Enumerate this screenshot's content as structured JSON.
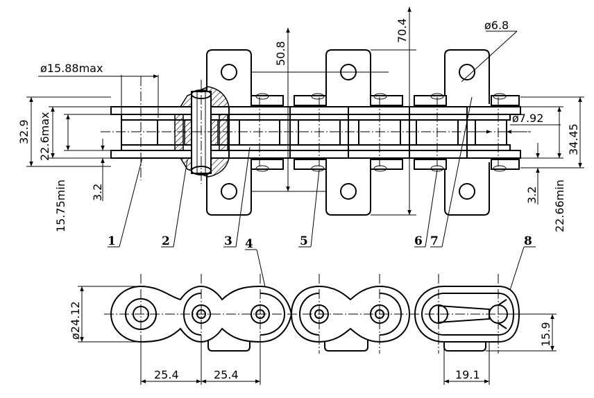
{
  "dimensions": {
    "d_roller_max": "ø15.88max",
    "d_hole_top": "ø6.8",
    "d_pin": "ø7.92",
    "d_link": "ø24.12",
    "h_32_9": "32.9",
    "h_22_6": "22.6max",
    "h_15_75": "15.75min",
    "h_3_2_left": "3.2",
    "h_50_8": "50.8",
    "h_70_4": "70.4",
    "h_34_45": "34.45",
    "h_22_66": "22.66min",
    "h_3_2_right": "3.2",
    "h_15_9": "15.9",
    "pitch_1": "25.4",
    "pitch_2": "25.4",
    "w_19_1": "19.1"
  },
  "callouts": [
    "1",
    "2",
    "3",
    "4",
    "5",
    "6",
    "7",
    "8"
  ]
}
